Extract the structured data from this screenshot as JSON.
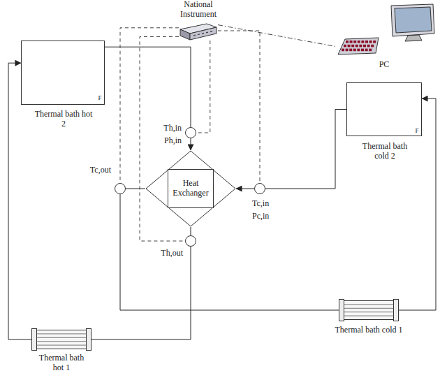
{
  "diagram": {
    "nodes": [
      {
        "text": [
          "National Instrument"
        ]
      },
      {
        "text": [
          "PC"
        ]
      },
      {
        "text": [
          "F",
          "Thermal bath hot 2"
        ]
      },
      {
        "text": [
          "Th,in",
          "Ph,in"
        ]
      },
      {
        "text": [
          "F",
          "Thermal bath cold 2"
        ]
      },
      {
        "text": [
          "Tc,out"
        ]
      },
      {
        "text": [
          "Heat Exchanger"
        ]
      },
      {
        "text": [
          "Tc,in",
          "Pc,in"
        ]
      },
      {
        "text": [
          "Th,out"
        ]
      },
      {
        "text": [
          "Thermal bath cold 1"
        ]
      },
      {
        "text": [
          "Thermal bath hot 1"
        ]
      }
    ],
    "edges": [
      {
        "from": 0,
        "to": 1,
        "arrow": "none"
      },
      {
        "from": 0,
        "to": 3,
        "arrow": "none"
      },
      {
        "from": 0,
        "to": 5,
        "arrow": "none"
      },
      {
        "from": 0,
        "to": 7,
        "arrow": "none"
      },
      {
        "from": 0,
        "to": 8,
        "arrow": "none"
      },
      {
        "from": 2,
        "to": 3,
        "arrow": "none"
      },
      {
        "from": 3,
        "to": 6,
        "arrow": "to"
      },
      {
        "from": 6,
        "to": 8,
        "arrow": "none"
      },
      {
        "from": 8,
        "to": 10,
        "arrow": "none"
      },
      {
        "from": 10,
        "to": 2,
        "arrow": "to"
      },
      {
        "from": 4,
        "to": 7,
        "arrow": "none"
      },
      {
        "from": 7,
        "to": 6,
        "arrow": "to"
      },
      {
        "from": 6,
        "to": 5,
        "arrow": "none"
      },
      {
        "from": 5,
        "to": 9,
        "arrow": "none"
      },
      {
        "from": 9,
        "to": 4,
        "arrow": "to"
      }
    ]
  }
}
